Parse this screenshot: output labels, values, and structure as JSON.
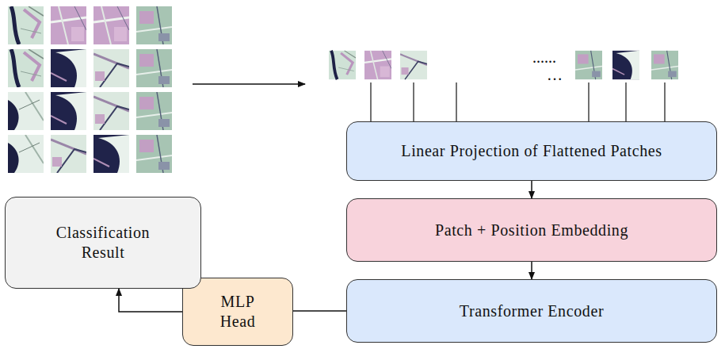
{
  "diagram": {
    "nodes": [
      {
        "text": [
          "Linear Projection of Flattened Patches"
        ]
      },
      {
        "text": [
          "Patch + Position Embedding"
        ]
      },
      {
        "text": [
          "Transformer Encoder"
        ]
      },
      {
        "text": [
          "MLP Head"
        ]
      },
      {
        "text": [
          "Classification Result"
        ]
      }
    ],
    "edges": [
      {
        "from": 0,
        "to": 1,
        "arrow": "to"
      },
      {
        "from": 1,
        "to": 2,
        "arrow": "to"
      },
      {
        "from": 2,
        "to": 3,
        "arrow": "none"
      },
      {
        "from": 3,
        "to": 4,
        "arrow": "to"
      }
    ],
    "labels": [
      "......",
      "…"
    ]
  }
}
